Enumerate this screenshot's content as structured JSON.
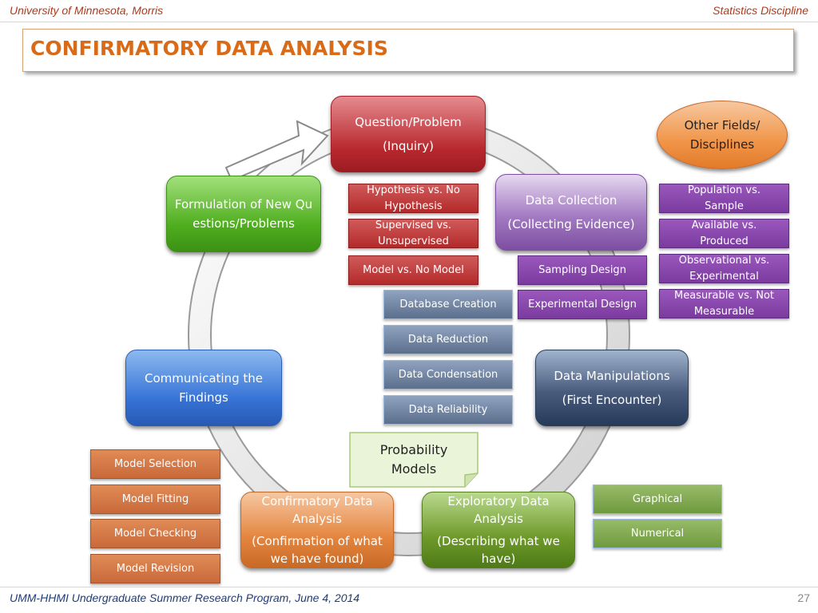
{
  "header": {
    "left": "University of Minnesota, Morris",
    "right": "Statistics Discipline"
  },
  "title": "CONFIRMATORY DATA ANALYSIS",
  "footer": {
    "left": "UMM-HHMI Undergraduate Summer Research Program,  June 4, 2014",
    "page": "27"
  },
  "cycle": {
    "question": {
      "line1": "Question/Problem",
      "line2": "(Inquiry)"
    },
    "data_collection": {
      "line1": "Data Collection",
      "line2": "(Collecting Evidence)"
    },
    "data_manipulations": {
      "line1": "Data Manipulations",
      "line2": "(First Encounter)"
    },
    "exploratory": {
      "line1": "Exploratory Data Analysis",
      "line2": "(Describing what we have)"
    },
    "confirmatory": {
      "line1": "Confirmatory Data Analysis",
      "line2": "(Confirmation of what we have found)"
    },
    "communicating": {
      "line1": "Communicating the Findings"
    },
    "formulation": {
      "line1": "Formulation of New Questions/Problems"
    }
  },
  "other_fields": "Other Fields/Disciplines",
  "question_items": [
    "Hypothesis vs. No Hypothesis",
    "Supervised vs. Unsupervised",
    "Model vs. No Model"
  ],
  "collection_items": [
    "Sampling Design",
    "Experimental Design"
  ],
  "population_items": [
    "Population vs. Sample",
    "Available vs. Produced",
    "Observational vs. Experimental",
    "Measurable vs. Not Measurable"
  ],
  "manipulation_items": [
    "Database Creation",
    "Data Reduction",
    "Data Condensation",
    "Data Reliability"
  ],
  "probability_models": "Probability Models",
  "model_items": [
    "Model Selection",
    "Model Fitting",
    "Model Checking",
    "Model Revision"
  ],
  "eda_items": [
    "Graphical",
    "Numerical"
  ]
}
